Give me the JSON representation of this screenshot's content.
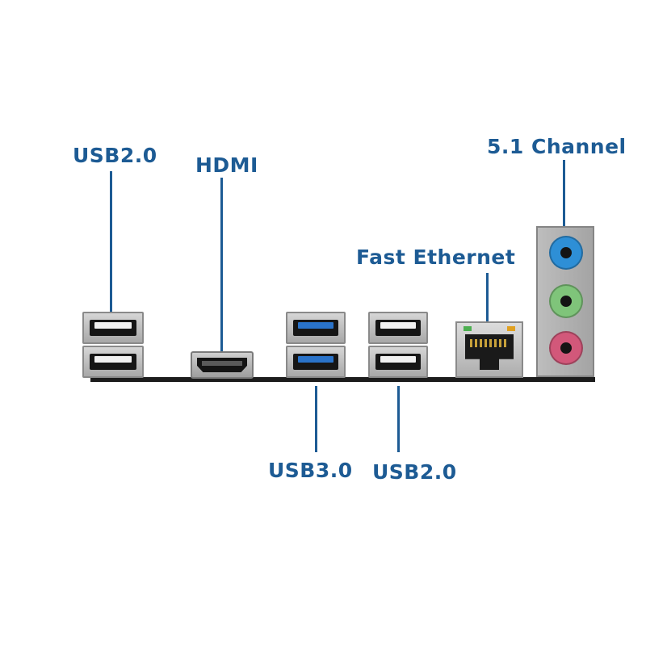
{
  "labels": {
    "usb2_left": "USB2.0",
    "hdmi": "HDMI",
    "channel": "5.1 Channel",
    "ethernet": "Fast Ethernet",
    "usb3": "USB3.0",
    "usb2_right": "USB2.0"
  },
  "colors": {
    "label": "#1d5b94",
    "usb3_tongue": "#2a73c9",
    "audio_blue": "#2e8fd6",
    "audio_green": "#7fc47a",
    "audio_pink": "#d2587a",
    "eth_led_green": "#4caf50",
    "eth_led_amber": "#e0a020"
  },
  "icons": [
    "usb-port-icon",
    "hdmi-port-icon",
    "rj45-port-icon",
    "audio-jack-icon"
  ]
}
